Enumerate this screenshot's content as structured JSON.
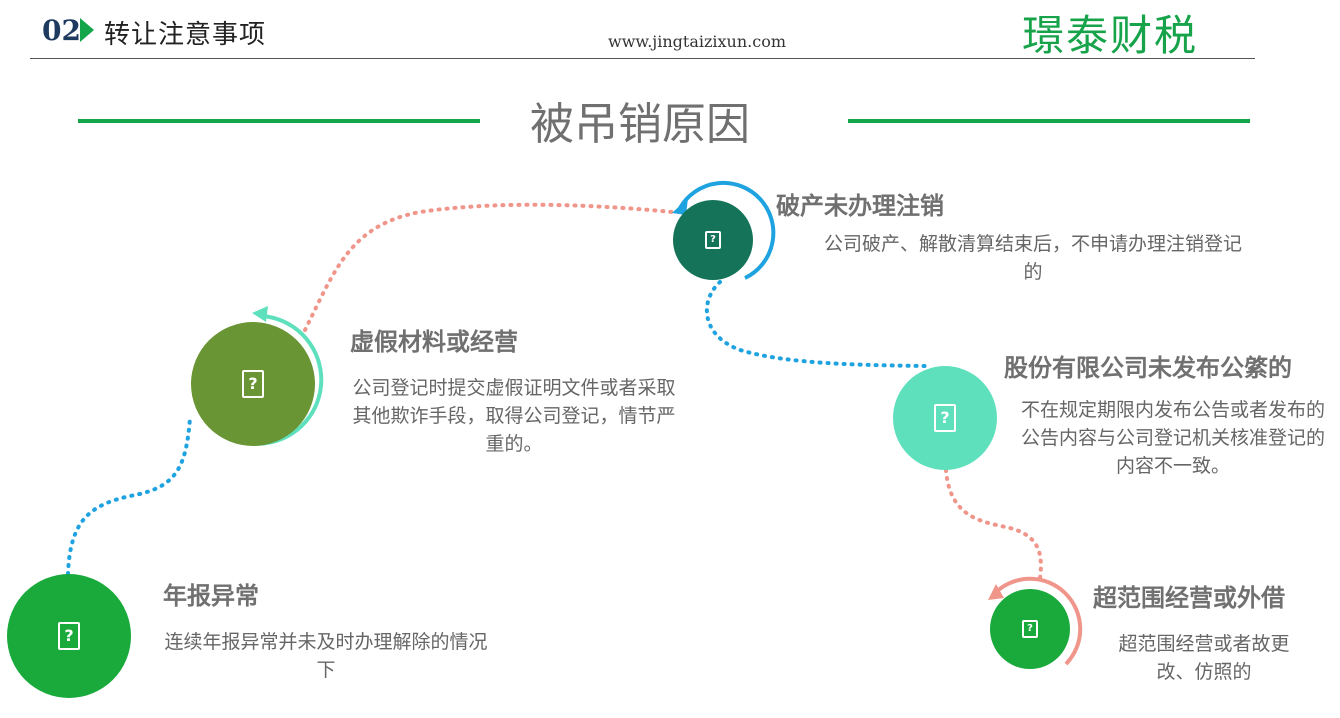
{
  "header": {
    "number": "02",
    "title": "转让注意事项",
    "url": "www.jingtaizixun.com",
    "logo_text": "璟泰财税"
  },
  "section_title": "被吊销原因",
  "colors": {
    "dark_green": "#15735a",
    "olive_green": "#6a9534",
    "mint": "#5ee0bd",
    "green": "#1aaa3c",
    "bright_green": "#1aaa3c",
    "accent_line": "#12a54a",
    "blue_dots": "#1ea3e0",
    "salmon_dots": "#f0958a"
  },
  "items": [
    {
      "id": "bankruptcy",
      "title": "破产未办理注销",
      "description": "公司破产、解散清算结束后，不申请办理注销登记的",
      "icon": "placeholder-glyph",
      "glyph": "?"
    },
    {
      "id": "false-materials",
      "title": "虚假材料或经营",
      "description": "公司登记时提交虚假证明文件或者采取其他欺诈手段，取得公司登记，情节严重的。",
      "icon": "placeholder-glyph",
      "glyph": "?"
    },
    {
      "id": "announcement",
      "title": "股份有限公司未发布公綮的",
      "description": "不在规定期限内发布公告或者发布的公告内容与公司登记机关核准登记的内容不一致。",
      "icon": "placeholder-glyph",
      "glyph": "?"
    },
    {
      "id": "annual-report",
      "title": "年报异常",
      "description": "连续年报异常并未及时办理解除的情况下",
      "icon": "placeholder-glyph",
      "glyph": "?"
    },
    {
      "id": "out-of-scope",
      "title": "超范围经营或外借",
      "description": "超范围经营或者故更改、仿照的",
      "icon": "placeholder-glyph",
      "glyph": "?"
    }
  ]
}
